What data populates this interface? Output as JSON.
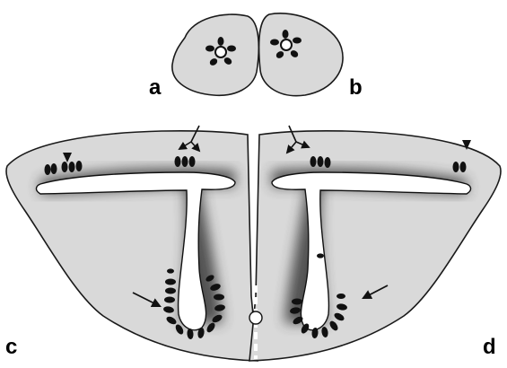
{
  "panels": {
    "a": "a",
    "b": "b",
    "c": "c",
    "d": "d"
  },
  "colors": {
    "tissue_fill": "#d9d9d9",
    "shadow": "#4a4a4a",
    "outline": "#1a1a1a",
    "lumen": "#ffffff",
    "cell": "#111111"
  }
}
